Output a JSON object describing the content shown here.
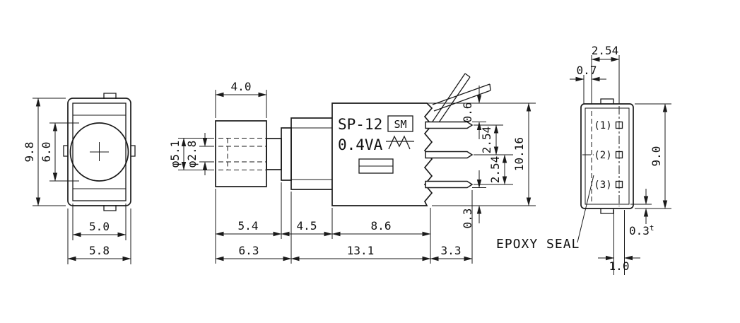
{
  "drawing": {
    "front_view": {
      "dim_overall_height": "9.8",
      "dim_button_diameter": "6.0",
      "dim_inner_width": "5.0",
      "dim_overall_width": "5.8"
    },
    "side_view": {
      "model": "SP-12",
      "seal_code": "SM",
      "rating": "0.4VA",
      "dim_cap_length": "4.0",
      "dim_dia_outer": "φ5.1",
      "dim_dia_inner": "φ2.8",
      "dim_pin_top_offset": "0.6",
      "dim_pin_pitch_upper": "2.54",
      "dim_pin_pitch_lower": "2.54",
      "dim_case_height": "10.16",
      "dim_pin_bottom_offset": "0.3",
      "dim_cap_depth": "5.4",
      "dim_bushing_length": "4.5",
      "dim_case_length": "8.6",
      "dim_front_section": "6.3",
      "dim_total_length": "13.1",
      "dim_pin_length": "3.3"
    },
    "rear_view": {
      "dim_pin_pitch": "2.54",
      "dim_pin_offset": "0.7",
      "dim_case_height": "9.0",
      "dim_seal_thickness": "0.3",
      "dim_seal_thickness_suffix": "t",
      "dim_pin_width": "1.0",
      "pin_labels": [
        "(1)",
        "(2)",
        "(3)"
      ],
      "epoxy_seal_label": "EPOXY SEAL"
    }
  }
}
